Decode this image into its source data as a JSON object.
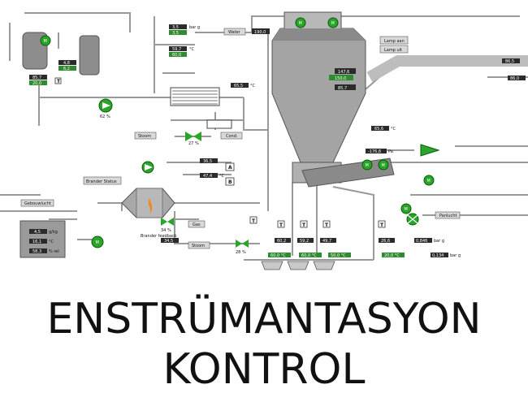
{
  "caption": {
    "line1": "ENSTRÜMANTASYON",
    "line2": "KONTROL"
  },
  "scada": {
    "tank_readouts": {
      "r1": "4,8",
      "r2": "6,2",
      "r3": "85,7",
      "r4": "20,0"
    },
    "water_label": "Water",
    "water_value": "190,0",
    "heater_readouts": {
      "bar_value": "3,5",
      "bar_unit": "bar g",
      "setpoint1": "3,5",
      "temp1": "59,7",
      "temp1_unit": "°C",
      "setpoint2": "60,0"
    },
    "hx_temp": "65,5",
    "hx_temp_unit": "°C",
    "pump_pct": "62 %",
    "steam_label": "Stoom",
    "cond_label": "Cond.",
    "valve_pct": "27 %",
    "dryer_readouts": {
      "v1": "147,6",
      "v2": "150,0",
      "v3": "85,7"
    },
    "lamp_on": "Lamp aan",
    "lamp_off": "Lamp uit",
    "right_readouts": {
      "top": "86,5",
      "mid": "86,0"
    },
    "cyclone_temp": "65,6",
    "cyclone_temp_unit": "°C",
    "cyclone_pressure": "-176,8",
    "cyclone_pressure_unit": "Pa",
    "brander_status": "Brander Status",
    "air_temp": "36,5",
    "temp_c2": "47,4",
    "unit_c": "°C",
    "t_labels": [
      "T",
      "T",
      "T",
      "T",
      "T",
      "T"
    ],
    "ab_labels": [
      "A",
      "B"
    ],
    "gebouwlucht": "Gebouwlucht",
    "gas_label": "Gas",
    "gas_pct": "34 %",
    "brander_feedback": "Brander feedback",
    "brander_feedback_value": "34,5",
    "stoom2_label": "Stoom",
    "stoom2_pct": "28 %",
    "left_box": {
      "v1": "4,5",
      "u1": "g/kg",
      "v2": "16,1",
      "u2": "°C",
      "v3": "58,3",
      "u3": "% rel"
    },
    "bed_temps": [
      "60,2",
      "59,2",
      "49,7",
      "26,6"
    ],
    "bed_setpoints": [
      "60,0 °C",
      "60,0 °C",
      "50,0 °C",
      "20,0 °C"
    ],
    "pan_label": "Panlucht",
    "pan_readouts": {
      "v1": "0,846",
      "u1": "bar g",
      "v2": "0,134",
      "u2": "bar g"
    }
  }
}
